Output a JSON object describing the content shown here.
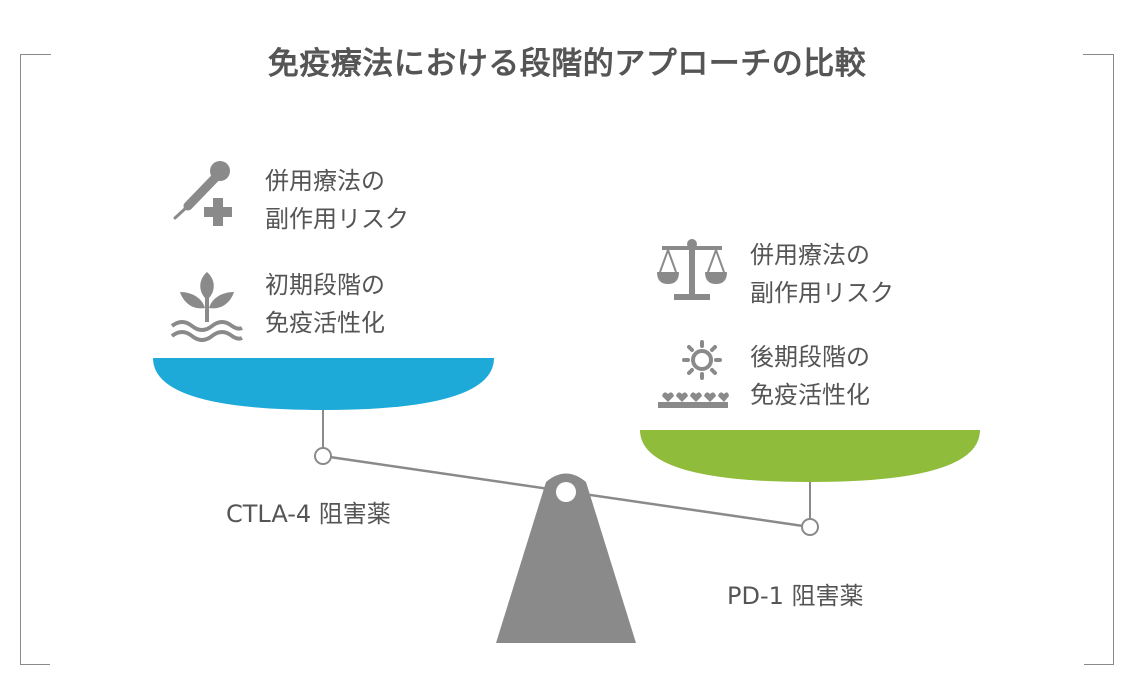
{
  "title": "免疫療法における段階的アプローチの比較",
  "left_pan": {
    "color": "#1eaad9",
    "caption": "CTLA-4 阻害薬",
    "items": [
      {
        "icon": "syringe-plus-icon",
        "line1": "併用療法の",
        "line2": "副作用リスク"
      },
      {
        "icon": "sprout-icon",
        "line1": "初期段階の",
        "line2": "免疫活性化"
      }
    ]
  },
  "right_pan": {
    "color": "#8fbc3b",
    "caption": "PD-1 阻害薬",
    "items": [
      {
        "icon": "balance-scale-icon",
        "line1": "併用療法の",
        "line2": "副作用リスク"
      },
      {
        "icon": "sun-field-icon",
        "line1": "後期段階の",
        "line2": "免疫活性化"
      }
    ]
  }
}
